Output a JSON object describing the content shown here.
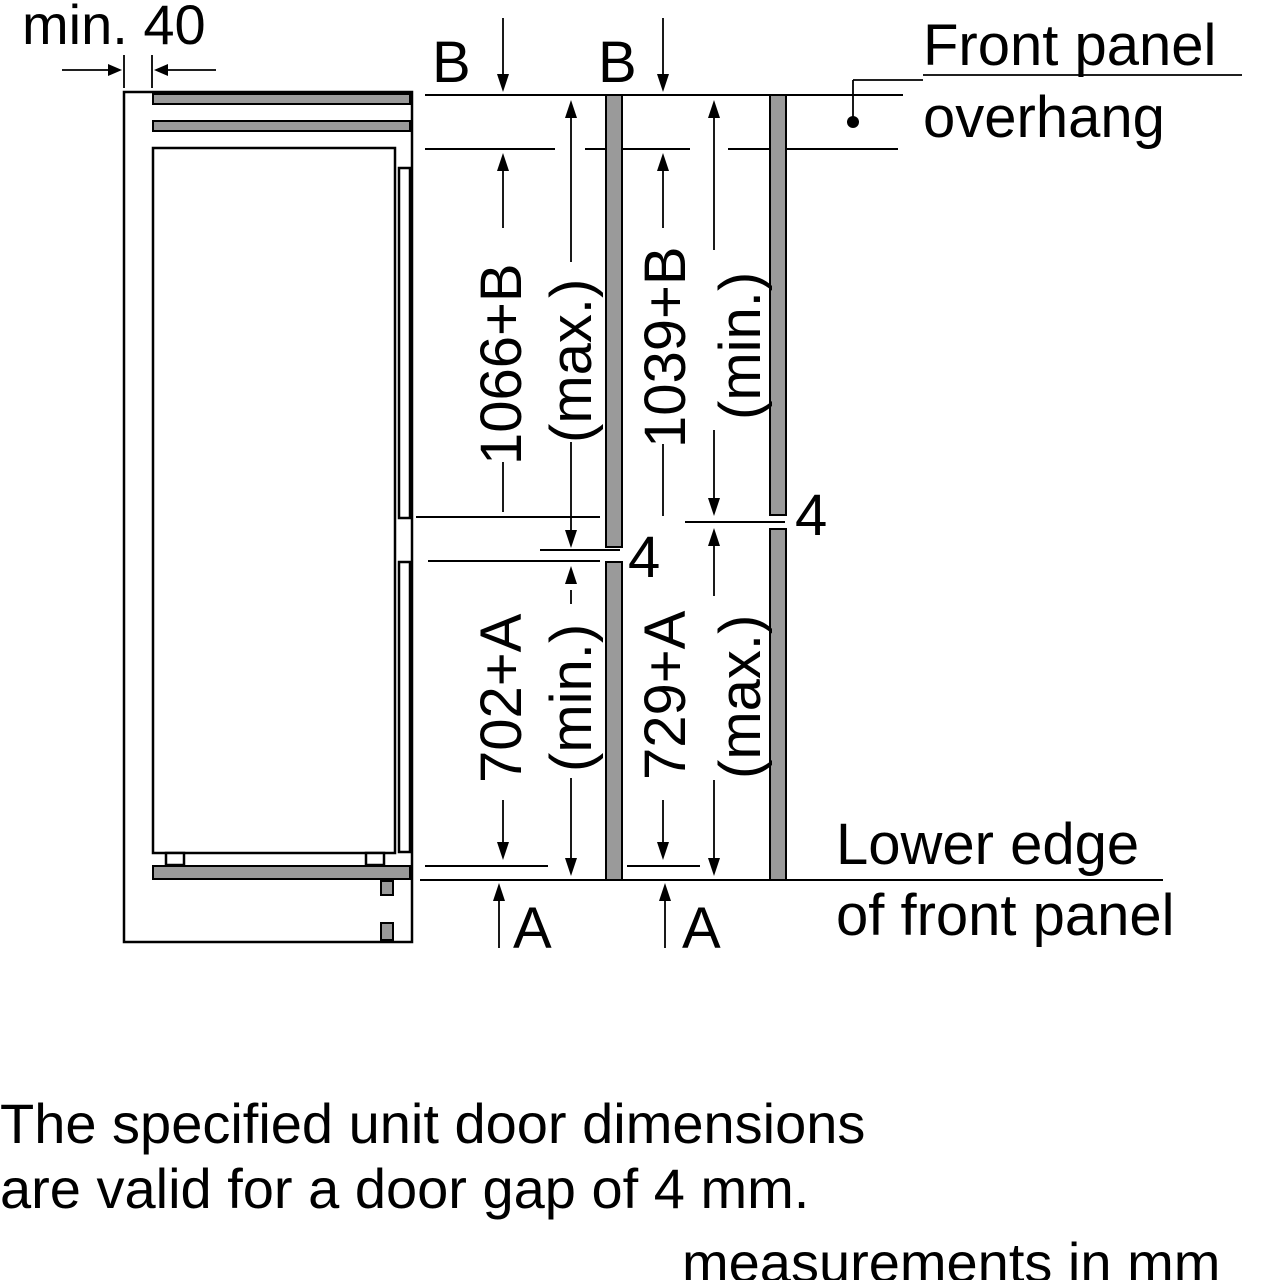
{
  "labels": {
    "min_clearance": "min. 40",
    "b_left": "B",
    "b_right": "B",
    "front_panel_overhang_line1": "Front panel",
    "front_panel_overhang_line2": "overhang",
    "upper_max_value": "1066+B",
    "upper_max_qual": "(max.)",
    "upper_min_value": "1039+B",
    "upper_min_qual": "(min.)",
    "gap_left": "4",
    "gap_right": "4",
    "lower_min_value": "702+A",
    "lower_min_qual": "(min.)",
    "lower_max_value": "729+A",
    "lower_max_qual": "(max.)",
    "a_left": "A",
    "a_right": "A",
    "lower_edge_line1": "Lower edge",
    "lower_edge_line2": "of front panel"
  },
  "notes": {
    "line1": "The specified unit door dimensions",
    "line2": "are valid for a door gap of 4 mm.",
    "units": "measurements in mm"
  }
}
